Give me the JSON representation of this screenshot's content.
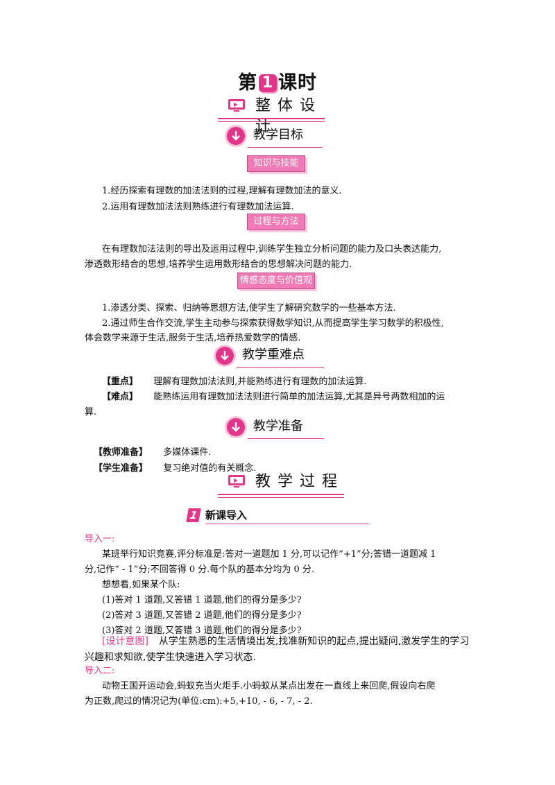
{
  "title": {
    "prefix": "第",
    "number": "1",
    "suffix": "课时"
  },
  "sections": {
    "overall_design": "整体设计",
    "teaching_process": "教学过程"
  },
  "objectives": {
    "heading": "教学目标",
    "knowledge_tag": "知识与技能",
    "knowledge_items": [
      "1.经历探索有理数的加法法则的过程,理解有理数加法的意义.",
      "2.运用有理数加法法则熟练进行有理数加法运算."
    ],
    "process_tag": "过程与方法",
    "process_lines": [
      "在有理数加法法则的导出及运用过程中,训练学生独立分析问题的能力及口头表达能力,",
      "渗透数形结合的思想,培养学生运用数形结合的思想解决问题的能力."
    ],
    "attitude_tag": "情感态度与价值观",
    "attitude_lines": [
      "1.渗透分类、探索、归纳等思想方法,使学生了解研究数学的一些基本方法.",
      "2.通过师生合作交流,学生主动参与探索获得数学知识,从而提高学生学习数学的积极性,",
      "体会数学来源于生活,服务于生活,培养热爱数学的情感."
    ]
  },
  "key_points": {
    "heading": "教学重难点",
    "focus_label": "【重点】",
    "focus_text": "理解有理数加法法则,并能熟练进行有理数的加法运算.",
    "difficulty_label": "【难点】",
    "difficulty_text": "能熟练运用有理数加法法则进行简单的加法运算,尤其是异号两数相加的运",
    "difficulty_cont": "算."
  },
  "preparation": {
    "heading": "教学准备",
    "teacher_label": "【教师准备】",
    "teacher_text": "多媒体课件.",
    "student_label": "【学生准备】",
    "student_text": "复习绝对值的有关概念."
  },
  "lesson": {
    "number": "1",
    "heading": "新课导入",
    "intro1_label": "导入一:",
    "intro1_lines": [
      "某班举行知识竞赛,评分标准是:答对一道题加 1 分,可以记作“+1”分;答错一道题减 1",
      "分,记作“ - 1”分;不回答得 0 分.每个队的基本分均为 0 分."
    ],
    "think": "想想看,如果某个队:",
    "questions": [
      "(1)答对 1 道题,又答错 1 道题,他们的得分是多少?",
      "(2)答对 3 道题,又答错 2 道题,他们的得分是多少?",
      "(3)答对 2 道题,又答错 3 道题,他们的得分是多少?"
    ],
    "design_label": "[设计意图]",
    "design_line1": "从学生熟悉的生活情境出发,找准新知识的起点,提出疑问,激发学生的学习",
    "design_line2": "兴趣和求知欲,使学生快速进入学习状态.",
    "intro2_label": "导入二:",
    "intro2_lines": [
      "动物王国开运动会,蚂蚁充当火炬手.小蚂蚁从某点出发在一直线上来回爬,假设向右爬",
      "为正数,爬过的情况记为(单位:cm):+5,+10, - 6, - 7, - 2."
    ]
  },
  "colors": {
    "accent": "#e2368a",
    "tag_fill": "#f07ab5"
  }
}
